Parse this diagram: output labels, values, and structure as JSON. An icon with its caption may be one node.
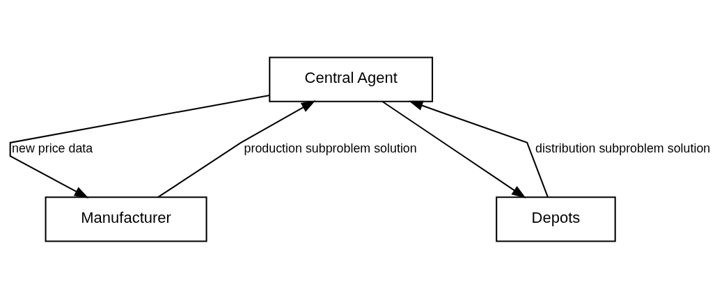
{
  "diagram": {
    "nodes": [
      {
        "text": [
          "Central Agent"
        ]
      },
      {
        "text": [
          "Manufacturer"
        ]
      },
      {
        "text": [
          "Depots"
        ]
      }
    ],
    "edges": [
      {
        "from": 0,
        "to": 1,
        "arrow": "to",
        "label": "new price data"
      },
      {
        "from": 0,
        "to": 2,
        "arrow": "to"
      },
      {
        "from": 1,
        "to": 0,
        "arrow": "to",
        "label": "production subproblem solution"
      },
      {
        "from": 2,
        "to": 0,
        "arrow": "to",
        "label": "distribution subproblem solution"
      }
    ]
  }
}
